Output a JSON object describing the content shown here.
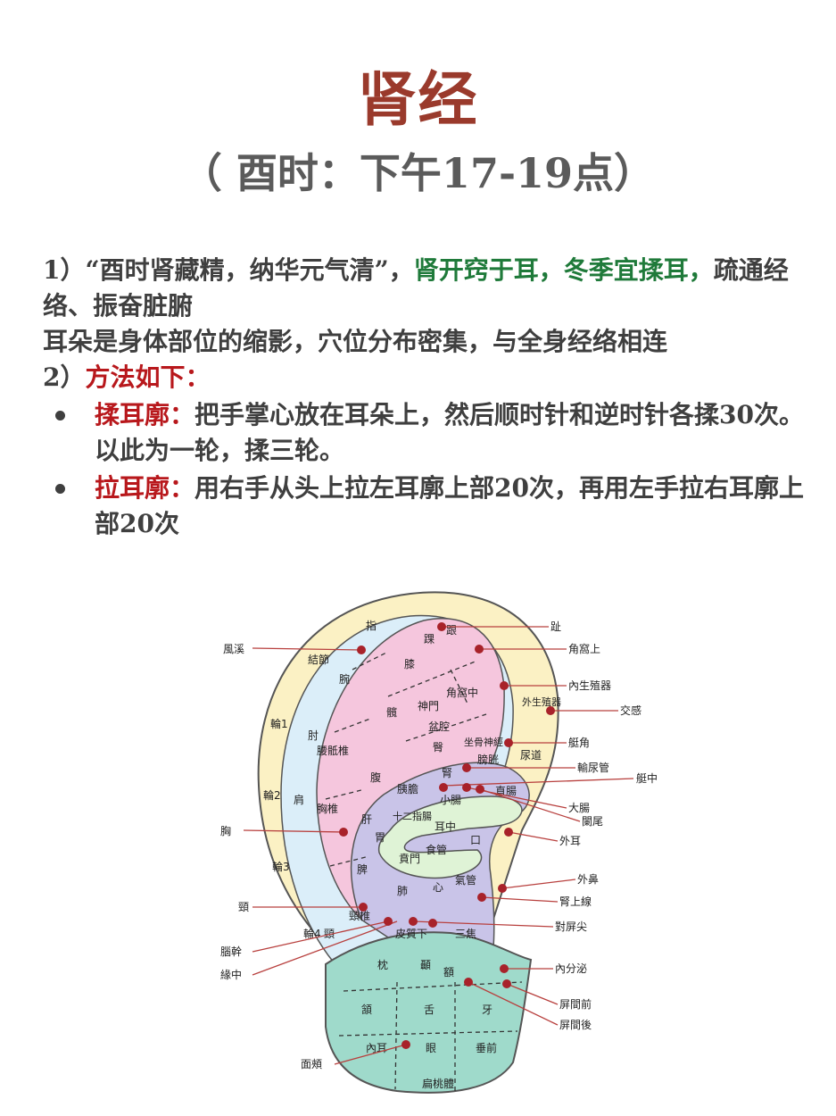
{
  "header": {
    "title": "肾经",
    "subtitle": "（ 酉时：下午17-19点）"
  },
  "body": {
    "p1": {
      "prefix": "1）“酉时肾藏精，纳华元气清”，",
      "green": "肾开窍于耳，冬季宜揉耳，",
      "suffix": "疏通经络、振奋脏腑"
    },
    "p2": "耳朵是身体部位的缩影，穴位分布密集，与全身经络相连",
    "p3": {
      "prefix": "2）",
      "red": "方法如下："
    },
    "methods": [
      {
        "name": "揉耳廓：",
        "text": "把手掌心放在耳朵上，然后顺时针和逆时针各揉30次。以此为一轮，揉三轮。"
      },
      {
        "name": "拉耳廓：",
        "text": "用右手从头上拉左耳廓上部20次，再用左手拉右耳廓上部20次"
      }
    ]
  },
  "diagram": {
    "colors": {
      "helix": "#fbf1c4",
      "scapha": "#dbeef9",
      "fossa": "#f5c6dd",
      "concha": "#c9c4e8",
      "concha_inner": "#dff3d6",
      "lobe": "#9fdacb",
      "point": "#a8222a",
      "leader": "#b8403e"
    },
    "region_labels": {
      "zhi": "指",
      "jiejie": "結節",
      "wan": "腕",
      "zhou": "肘",
      "jian": "肩",
      "xiongzhui": "胸椎",
      "jingzhui": "頸椎",
      "jing": "頸",
      "lun1": "輪1",
      "lun2": "輪2",
      "lun3": "輪3",
      "lun4": "輪4",
      "huai": "踝",
      "gen": "跟",
      "xi": "膝",
      "kuan": "髖",
      "shenmen": "神門",
      "penqiang": "盆腔",
      "jiaowozhong": "角窩中",
      "waishengzhiqi": "外生殖器",
      "yaodizhui": "腰骶椎",
      "tun": "臀",
      "zuogushenjing": "坐骨神經",
      "niaodao": "尿道",
      "pangguang": "膀胱",
      "fu": "腹",
      "yidan": "胰膽",
      "shen": "腎",
      "xiaochang": "小腸",
      "zhichang": "直腸",
      "gan": "肝",
      "shierzhichang": "十二指腸",
      "erzhong": "耳中",
      "wei": "胃",
      "kou": "口",
      "benmen": "賁門",
      "shiguan": "食管",
      "pi": "脾",
      "fei": "肺",
      "xin": "心",
      "qiguan": "氣管",
      "pizhixia": "皮質下",
      "sanjiao": "三焦",
      "zhen": "枕",
      "nie": "顳",
      "e": "額",
      "he": "頷",
      "she": "舌",
      "ya": "牙",
      "neier": "內耳",
      "yan": "眼",
      "chuiqian": "垂前",
      "biantaoti": "扁桃體"
    },
    "callouts_left": {
      "fengxi": "風溪",
      "xiong": "胸",
      "jing": "頸",
      "naogan": "腦幹",
      "yuanzhong": "緣中",
      "mianjia": "面頰"
    },
    "callouts_right": {
      "zhi": "趾",
      "jiaowoshang": "角窩上",
      "neishengzhiqi": "內生殖器",
      "jiaogan": "交感",
      "tingjiao": "艇角",
      "shuniaoguan": "輸尿管",
      "tingzhong": "艇中",
      "dachang": "大腸",
      "lanwei": "闌尾",
      "waier": "外耳",
      "waibi": "外鼻",
      "shenshangxian": "腎上線",
      "duipingjian": "對屏尖",
      "neifenmi": "內分泌",
      "pingjianqian": "屏間前",
      "pingjianhou": "屏間後"
    }
  }
}
